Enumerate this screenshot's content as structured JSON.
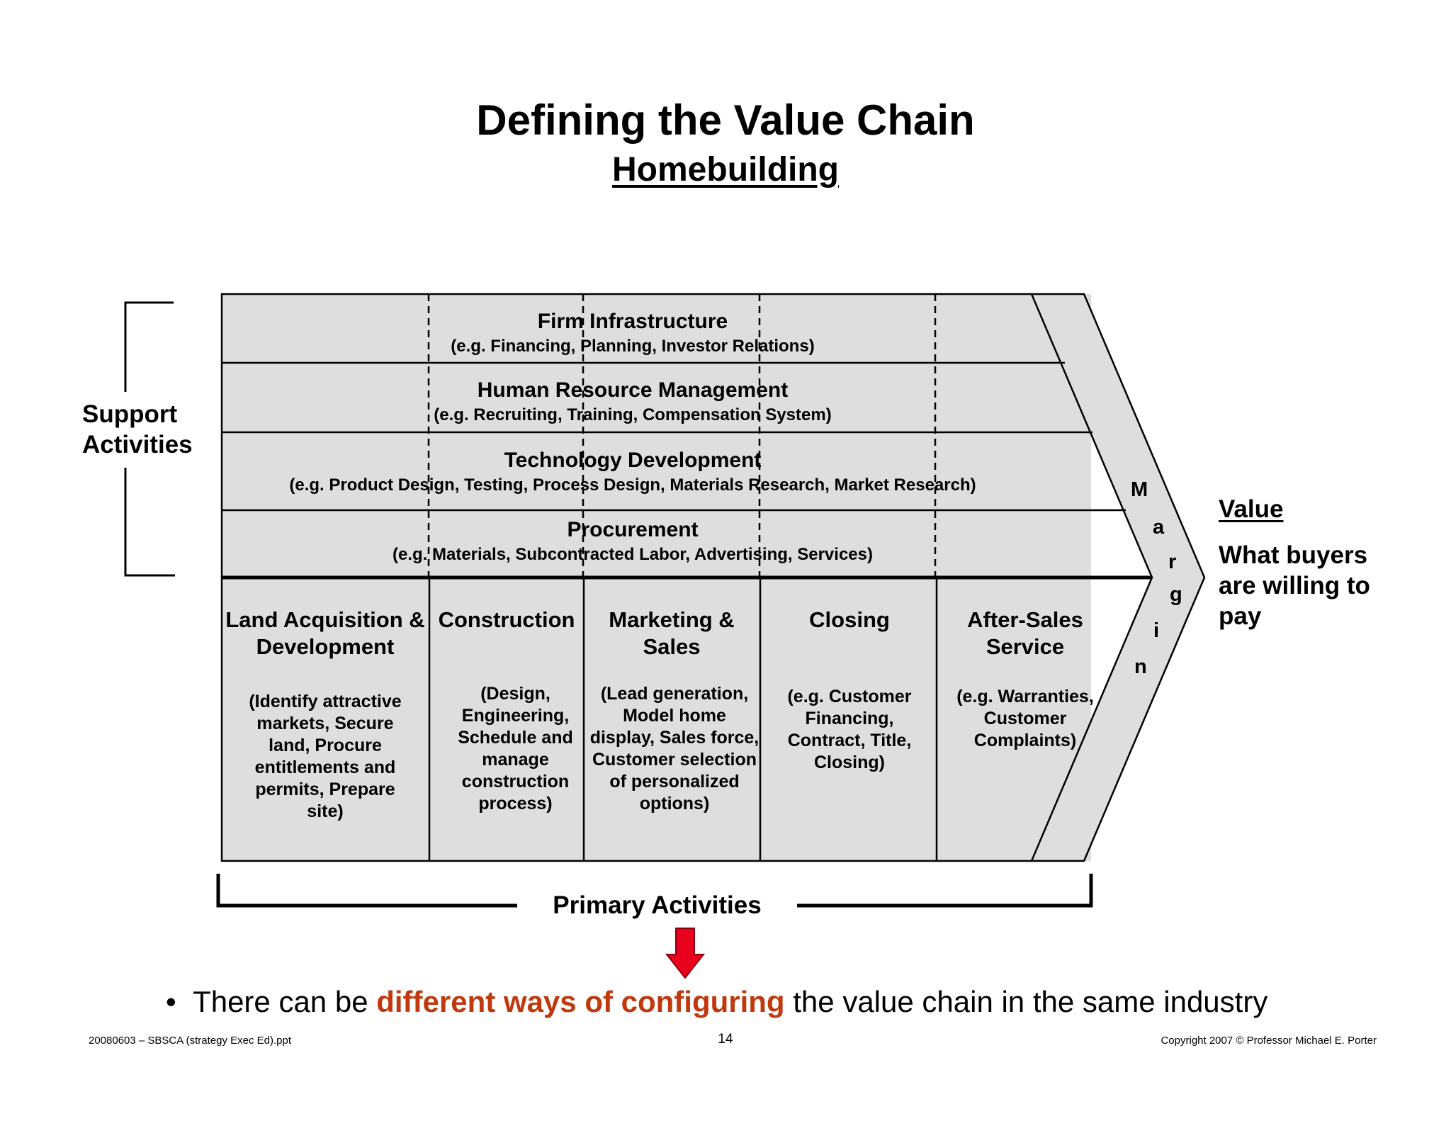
{
  "title": "Defining the Value Chain",
  "subtitle": "Homebuilding",
  "support": {
    "label": "Support Activities",
    "rows": [
      {
        "title": "Firm Infrastructure",
        "examples": "(e.g. Financing, Planning, Investor Relations)"
      },
      {
        "title": "Human Resource Management",
        "examples": "(e.g. Recruiting, Training, Compensation System)"
      },
      {
        "title": "Technology Development",
        "examples": "(e.g. Product Design, Testing, Process Design, Materials Research, Market Research)"
      },
      {
        "title": "Procurement",
        "examples": "(e.g. Materials, Subcontracted Labor, Advertising, Services)"
      }
    ]
  },
  "primary": {
    "label": "Primary Activities",
    "columns": [
      {
        "title": "Land Acquisition & Development",
        "examples": "(Identify attractive markets, Secure land, Procure entitlements and permits, Prepare site)"
      },
      {
        "title": "Construction",
        "examples": "(Design, Engineering, Schedule and manage construction process)"
      },
      {
        "title": "Marketing & Sales",
        "examples": "(Lead generation, Model home display, Sales force, Customer selection of personalized options)"
      },
      {
        "title": "Closing",
        "examples": "(e.g. Customer Financing, Contract, Title, Closing)"
      },
      {
        "title": "After-Sales Service",
        "examples": "(e.g. Warranties, Customer Complaints)"
      }
    ]
  },
  "margin_letters": [
    "M",
    "a",
    "r",
    "g",
    "i",
    "n"
  ],
  "value": {
    "heading": "Value",
    "text": "What buyers are willing to pay"
  },
  "bullet": {
    "marker": "•",
    "before": "There can be ",
    "highlight": "different ways of configuring",
    "after": " the value chain in the same industry"
  },
  "footer": {
    "file": "20080603 – SBSCA (strategy Exec Ed).ppt",
    "page": "14",
    "copyright": "Copyright 2007 © Professor Michael E. Porter"
  },
  "colors": {
    "box_fill": "#dedede",
    "highlight": "#c0390e",
    "arrow": "#e8001c"
  },
  "icons": {
    "down_arrow": "down-arrow-icon"
  }
}
